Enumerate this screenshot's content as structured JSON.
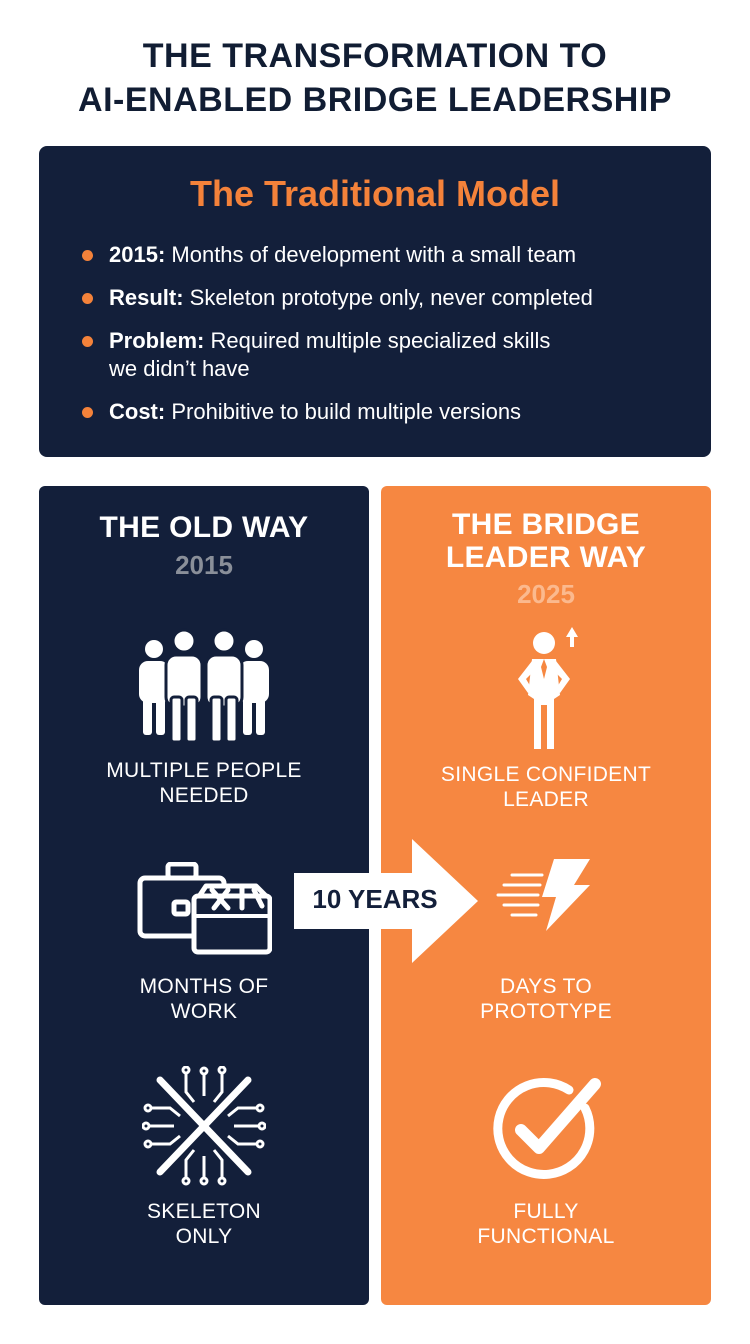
{
  "title": {
    "line1": "THE TRANSFORMATION TO",
    "line2": "AI-ENABLED BRIDGE LEADERSHIP"
  },
  "traditional": {
    "heading": "The Traditional Model",
    "items": [
      {
        "label": "2015:",
        "text": " Months of development with a small team"
      },
      {
        "label": "Result:",
        "text": " Skeleton prototype only, never completed"
      },
      {
        "label": "Problem:",
        "text": " Required multiple specialized skills",
        "text2": "we didn’t have"
      },
      {
        "label": "Cost:",
        "text": " Prohibitive to build multiple versions"
      }
    ]
  },
  "old_way": {
    "title_line1": "THE OLD WAY",
    "year": "2015",
    "items": [
      {
        "icon": "group-of-people-icon",
        "line1": "MULTIPLE PEOPLE",
        "line2": "NEEDED"
      },
      {
        "icon": "briefcase-toolbox-icon",
        "line1": "MONTHS OF",
        "line2": "WORK"
      },
      {
        "icon": "broken-circuit-x-icon",
        "line1": "SKELETON",
        "line2": "ONLY"
      }
    ]
  },
  "new_way": {
    "title_line1": "THE BRIDGE",
    "title_line2": "LEADER WAY",
    "year": "2025",
    "items": [
      {
        "icon": "confident-leader-icon",
        "line1": "SINGLE CONFIDENT",
        "line2": "LEADER"
      },
      {
        "icon": "lightning-bolt-icon",
        "line1": "DAYS TO",
        "line2": "PROTOTYPE"
      },
      {
        "icon": "checkmark-circle-icon",
        "line1": "FULLY",
        "line2": "FUNCTIONAL"
      }
    ]
  },
  "transition": {
    "label": "10 YEARS"
  },
  "colors": {
    "navy": "#131f3a",
    "orange": "#f68741",
    "accent": "#f4823a"
  }
}
